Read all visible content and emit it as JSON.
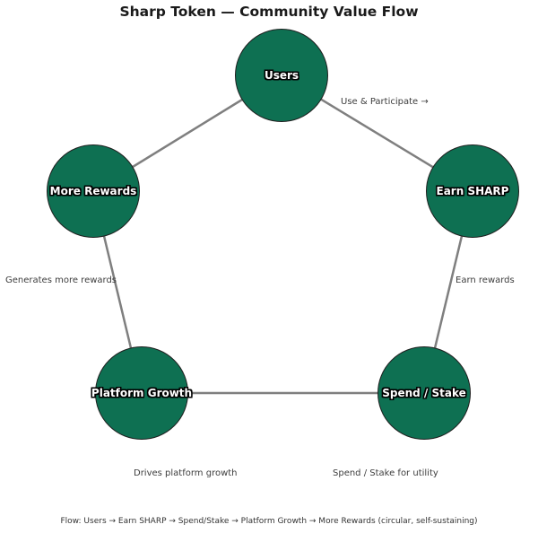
{
  "title": "Sharp Token — Community Value Flow",
  "colors": {
    "node_fill": "#0e7052",
    "node_border": "#1f1f1f",
    "edge_line": "#7f7f7f",
    "edge_label_text": "#3d3d3d",
    "title_text": "#1a1a1a"
  },
  "nodes": [
    {
      "id": "users",
      "label": "Users"
    },
    {
      "id": "earn-sharp",
      "label": "Earn SHARP"
    },
    {
      "id": "spend-stake",
      "label": "Spend / Stake"
    },
    {
      "id": "platform-growth",
      "label": "Platform Growth"
    },
    {
      "id": "more-rewards",
      "label": "More Rewards"
    }
  ],
  "edge_labels": [
    {
      "id": "use-participate",
      "text": "Use & Participate →"
    },
    {
      "id": "earn-rewards",
      "text": "Earn rewards"
    },
    {
      "id": "spend-stake-utility",
      "text": "Spend / Stake for utility"
    },
    {
      "id": "drives-growth",
      "text": "Drives platform growth"
    },
    {
      "id": "generates-rewards",
      "text": "Generates more rewards"
    }
  ],
  "caption": "Flow: Users → Earn SHARP → Spend/Stake → Platform Growth → More Rewards (circular, self-sustaining)"
}
